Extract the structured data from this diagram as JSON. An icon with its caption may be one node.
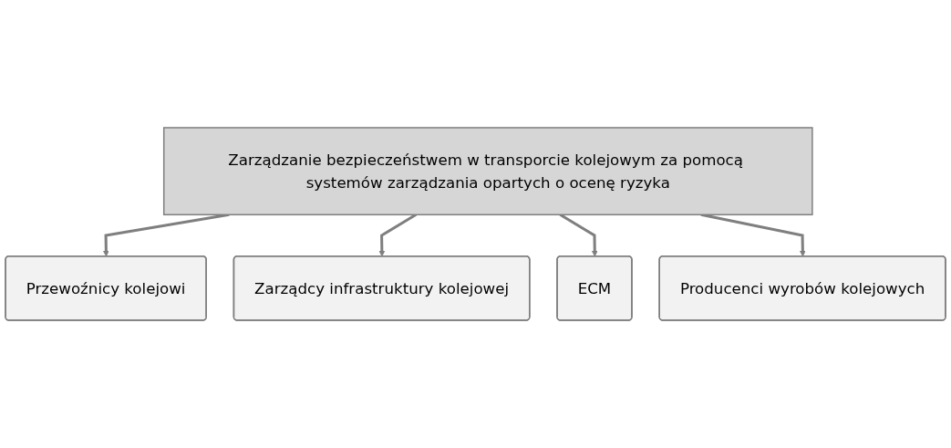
{
  "diagram": {
    "nodes": [
      {
        "text": [
          "Zarządzanie bezpieczeństwem w transporcie kolejowym za pomocą systemów zarządzania opartych o ocenę ryzyka"
        ]
      },
      {
        "text": [
          "Przewoźnicy kolejowi"
        ]
      },
      {
        "text": [
          "Zarządcy infrastruktury kolejowej"
        ]
      },
      {
        "text": [
          "ECM"
        ]
      },
      {
        "text": [
          "Producenci wyrobów kolejowych"
        ]
      }
    ],
    "edges": [
      {
        "from": 0,
        "to": 1,
        "arrow": "to"
      },
      {
        "from": 0,
        "to": 2,
        "arrow": "to"
      },
      {
        "from": 0,
        "to": 3,
        "arrow": "to"
      },
      {
        "from": 0,
        "to": 4,
        "arrow": "to"
      }
    ]
  }
}
